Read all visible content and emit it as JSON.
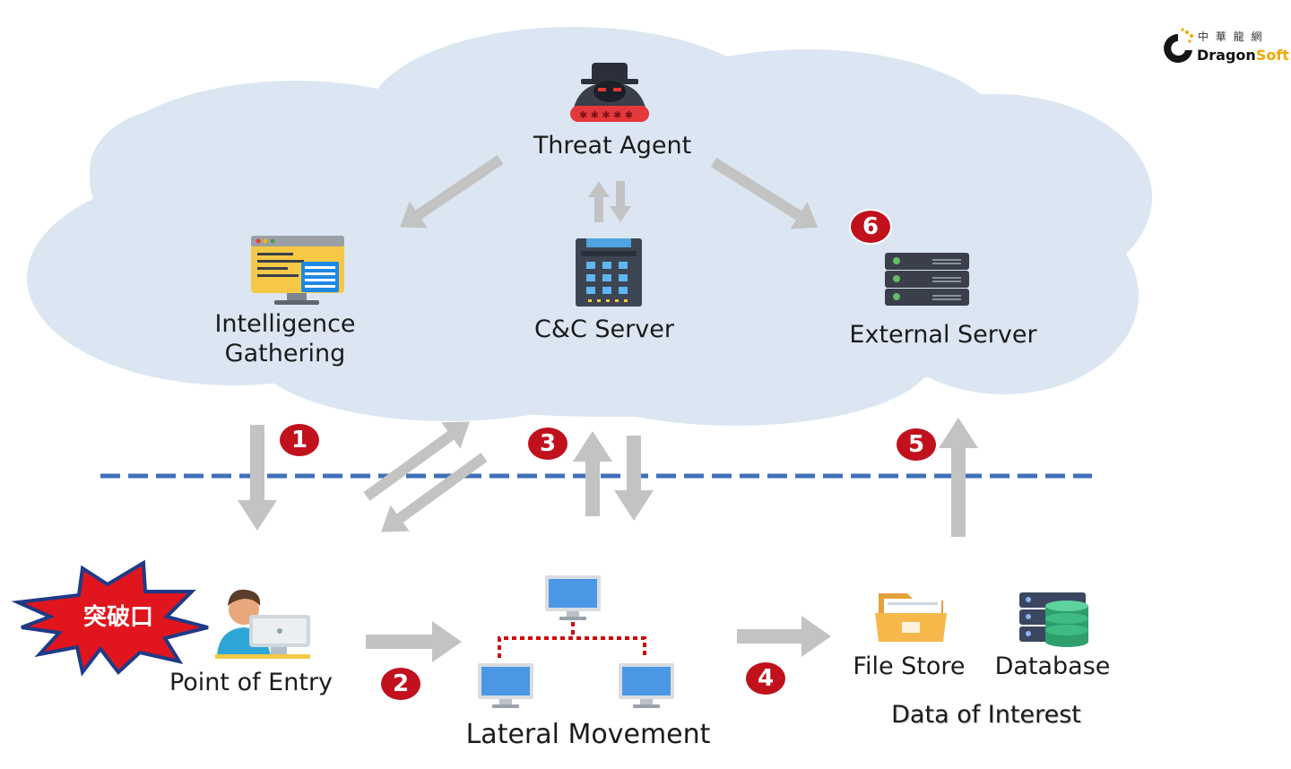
{
  "diagram": {
    "labels": {
      "threat_agent": "Threat Agent",
      "intelligence_line1": "Intelligence",
      "intelligence_line2": "Gathering",
      "cnc_server": "C&C Server",
      "external_server": "External Server",
      "point_of_entry": "Point of Entry",
      "lateral_movement": "Lateral Movement",
      "file_store": "File Store",
      "database": "Database",
      "data_of_interest": "Data of Interest",
      "breach_point": "突破口"
    },
    "steps": [
      "1",
      "2",
      "3",
      "4",
      "5",
      "6"
    ]
  },
  "logo": {
    "chinese": "中 華 龍 網",
    "brand_main": "Dragon",
    "brand_accent": "Soft"
  },
  "colors": {
    "cloud": "#dbe6f2",
    "arrow": "#c3c3c3",
    "boundary": "#3f70b8",
    "step_badge": "#c0111d",
    "burst": "#e0151d",
    "burst_outline": "#1f3a86"
  },
  "icons": [
    "hacker-icon",
    "code-monitor-icon",
    "server-rack-icon",
    "server-stack-icon",
    "user-computer-icon",
    "monitor-icon",
    "folder-icon",
    "database-icon"
  ]
}
